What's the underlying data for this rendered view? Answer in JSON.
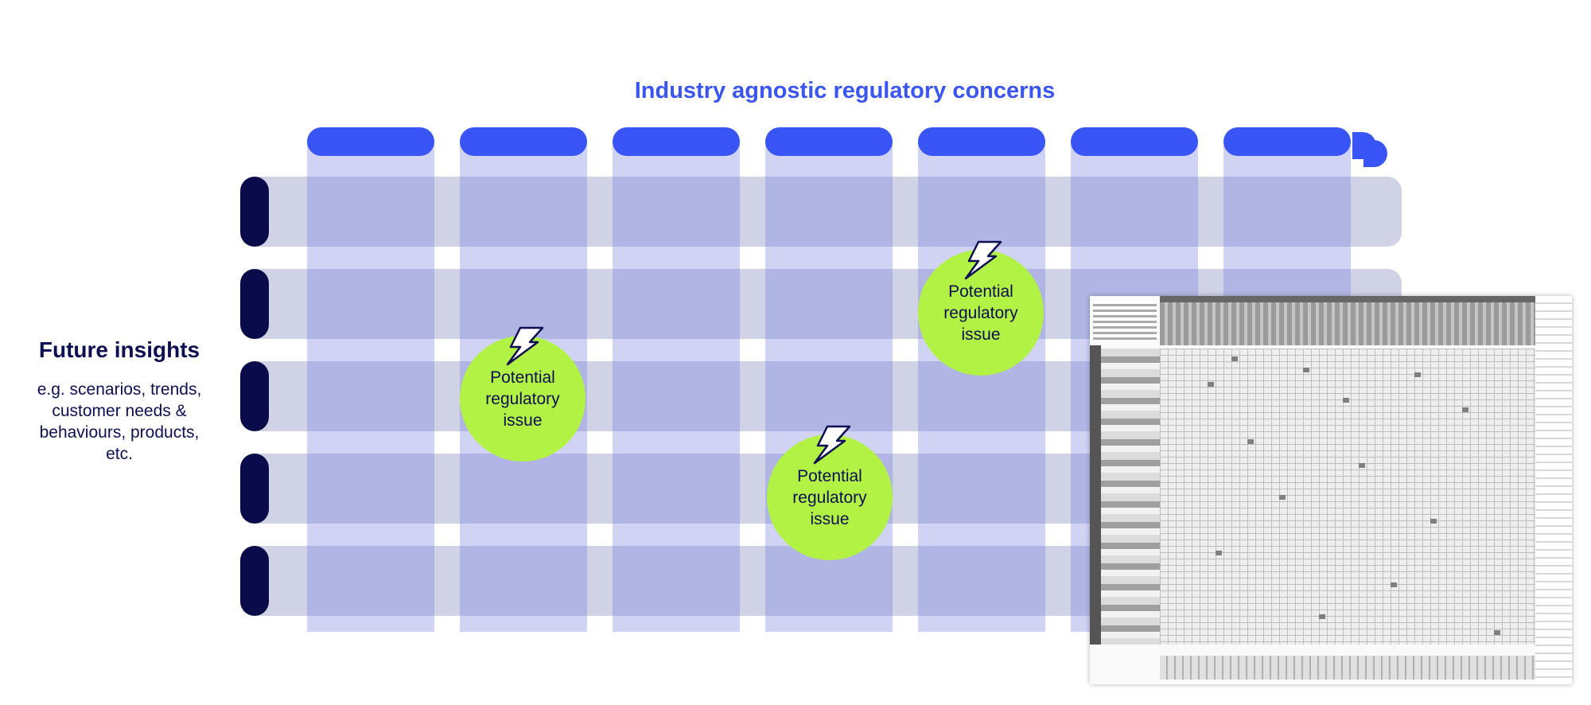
{
  "header": {
    "title": "Industry agnostic regulatory concerns"
  },
  "left_panel": {
    "title": "Future insights",
    "body": "e.g. scenarios, trends, customer needs & behaviours, products, etc."
  },
  "bubbles": [
    {
      "label": "Potential regulatory issue",
      "icon": "lightning-bolt-icon"
    },
    {
      "label": "Potential regulatory issue",
      "icon": "lightning-bolt-icon"
    },
    {
      "label": "Potential regulatory issue",
      "icon": "lightning-bolt-icon"
    }
  ],
  "colors": {
    "accent_blue": "#3a55f5",
    "navy": "#0a0c4a",
    "lime": "#b2f245",
    "row_band": "#d0d2e6"
  },
  "matrix": {
    "columns": 7,
    "rows": 5
  }
}
